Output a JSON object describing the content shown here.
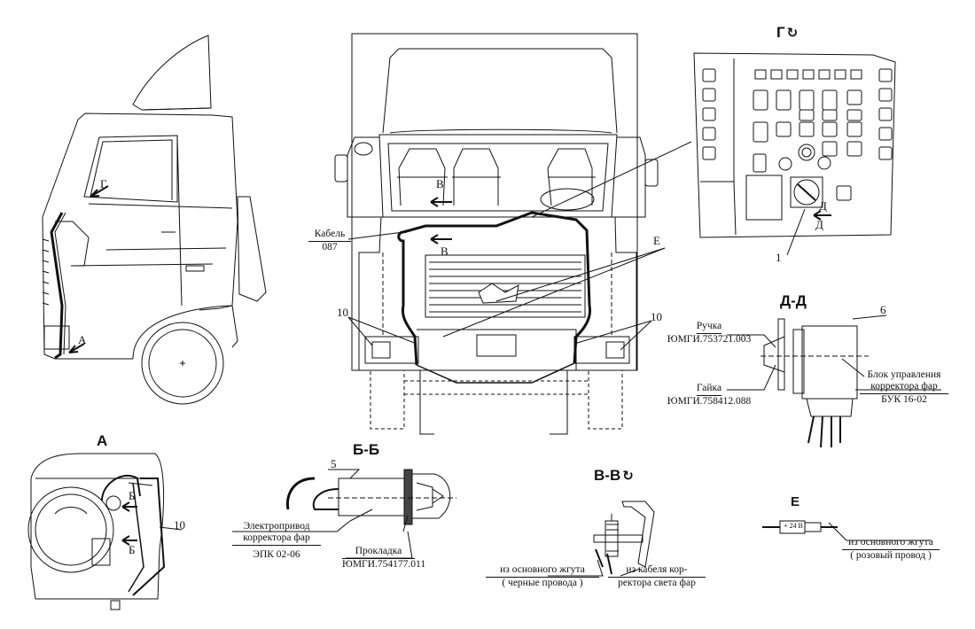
{
  "sections": {
    "g": "Г",
    "a": "А",
    "bb": "Б-Б",
    "vv": "В-В",
    "dd": "Д-Д",
    "e": "Е"
  },
  "markers": {
    "g": "Г",
    "a": "А",
    "b": "Б",
    "v": "В",
    "d": "Д",
    "e": "Е"
  },
  "callouts": {
    "n1": "1",
    "n5": "5",
    "n6": "6",
    "n10": "10"
  },
  "labels": {
    "cable": "Кабель",
    "cable_num": "087",
    "handle": "Ручка",
    "handle_code": "ЮМГИ.753721.003",
    "nut": "Гайка",
    "nut_code": "ЮМГИ.758412.088",
    "block1": "Блок управления",
    "block2": "корректора фар",
    "block_code": "БУК 16-02",
    "drive1": "Электропривод",
    "drive2": "корректора фар",
    "drive_code": "ЭПК 02-06",
    "gasket": "Прокладка",
    "gasket_code": "ЮМГИ.754177.011",
    "main1": "из основного жгута",
    "main1b": "( черные провода )",
    "corr1": "из кабеля кор-",
    "corr2": "ректора  света фар",
    "main2": "из основного жгута",
    "main2b": "( розовый провод )",
    "volt": "+ 24 В"
  }
}
